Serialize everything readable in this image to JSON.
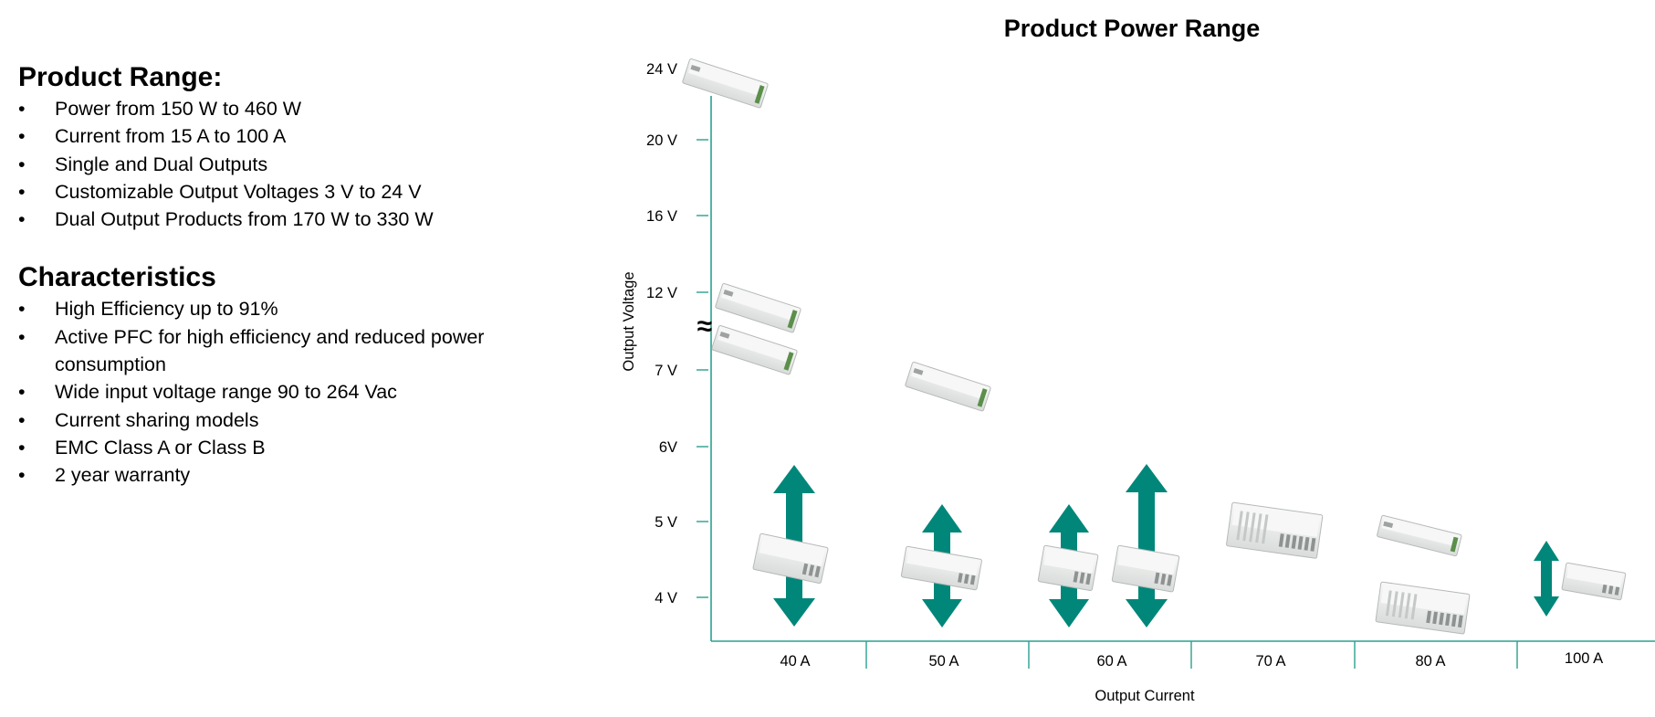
{
  "left_panel": {
    "range_title": "Product Range:",
    "range_items": [
      "Power from 150 W to 460 W",
      "Current from 15 A to 100 A",
      "Single and Dual Outputs",
      "Customizable Output Voltages 3 V to 24 V",
      "Dual Output Products from 170 W to 330 W"
    ],
    "char_title": "Characteristics",
    "char_items": [
      "High Efficiency up to 91%",
      "Active PFC for high efficiency and reduced power consumption",
      "Wide input voltage range 90 to 264 Vac",
      "Current sharing models",
      "EMC Class A or Class B",
      "2 year warranty"
    ]
  },
  "colors": {
    "axis": "#2aa08e",
    "arrow": "#00877a",
    "product_body": "#eceeed",
    "product_edge": "#b5b9b7",
    "product_face": "#f6f7f6"
  },
  "icons": [
    "power-supply-module",
    "bidirectional-arrow",
    "axis-break-mark"
  ],
  "chart_data": {
    "type": "scatter",
    "title": "Product Power Range",
    "xlabel": "Output Current",
    "ylabel": "Output Voltage",
    "x_categories": [
      "40 A",
      "50 A",
      "60 A",
      "70 A",
      "80 A",
      "100  A"
    ],
    "y_ticks": [
      "24 V",
      "20 V",
      "16 V",
      "12 V",
      "7 V",
      "6V",
      "5 V",
      "4 V"
    ],
    "axis_break_symbol": "≈",
    "products": [
      {
        "x": "40 A",
        "y": "24 V"
      },
      {
        "x": "40 A",
        "y": "12 V"
      },
      {
        "x": "40 A",
        "y": "≈"
      },
      {
        "x": "50 A",
        "y": "7 V"
      },
      {
        "x": "40 A",
        "y": "4 V"
      },
      {
        "x": "50 A",
        "y": "4 V"
      },
      {
        "x": "60 A",
        "y": "4 V"
      },
      {
        "x": "60 A",
        "y": "4 V"
      },
      {
        "x": "70 A",
        "y": "5 V"
      },
      {
        "x": "80 A",
        "y": "5 V"
      },
      {
        "x": "80 A",
        "y": "4 V"
      },
      {
        "x": "100  A",
        "y": "4 V"
      }
    ],
    "adjustable_ranges": [
      {
        "x": "40 A",
        "y_from": "4 V",
        "y_to": "6V"
      },
      {
        "x": "50 A",
        "y_from": "4 V",
        "y_to": "5 V"
      },
      {
        "x": "60 A",
        "y_from": "4 V",
        "y_to": "5 V"
      },
      {
        "x": "60 A",
        "y_from": "4 V",
        "y_to": "6V"
      },
      {
        "x": "100  A",
        "y_from": "4 V",
        "y_to": "5 V"
      }
    ]
  }
}
